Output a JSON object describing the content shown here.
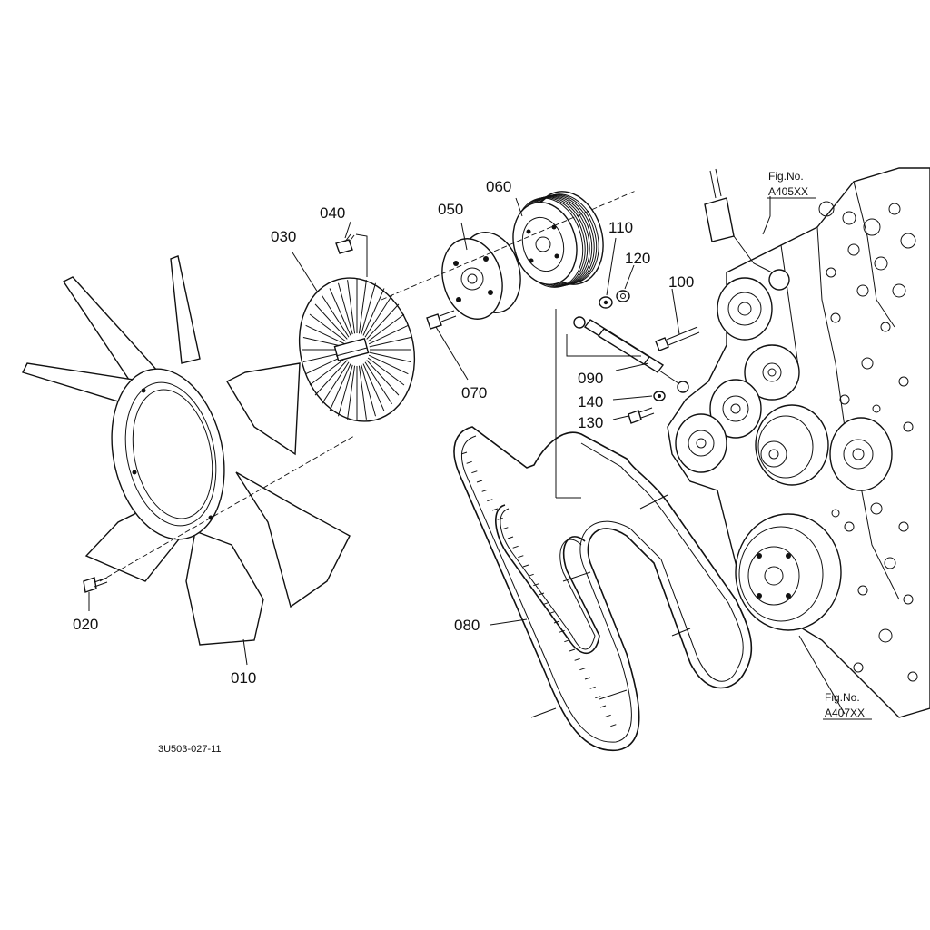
{
  "callouts": {
    "p010": "010",
    "p020": "020",
    "p030": "030",
    "p040": "040",
    "p050": "050",
    "p060": "060",
    "p070": "070",
    "p080": "080",
    "p090": "090",
    "p100": "100",
    "p110": "110",
    "p120": "120",
    "p130": "130",
    "p140": "140"
  },
  "figure_refs": {
    "top": {
      "line1": "Fig.No.",
      "line2": "A405XX"
    },
    "bottom": {
      "line1": "Fig.No.",
      "line2": "A407XX"
    }
  },
  "drawing_code": "3U503-027-11"
}
